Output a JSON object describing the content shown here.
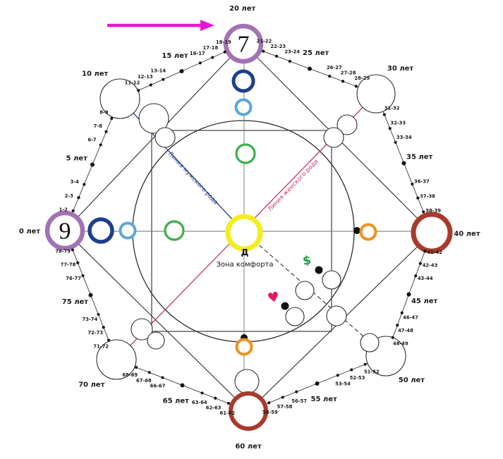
{
  "center": {
    "letter": "Д",
    "zone_label": "Зона комфорта"
  },
  "lineage": {
    "male_label": "Линия мужского рода",
    "female_label": "Линия женского рода"
  },
  "keypoints": {
    "top_number": "7",
    "left_number": "9"
  },
  "symbols": {
    "money": "$",
    "heart": "♥"
  },
  "age_labels": {
    "majors": [
      "0 лет",
      "5 лет",
      "10 лет",
      "15 лет",
      "20 лет",
      "25 лет",
      "30 лет",
      "35 лет",
      "40 лет",
      "45 лет",
      "50 лет",
      "55 лет",
      "60 лет",
      "65 лет",
      "70 лет",
      "75 лет"
    ],
    "ticks": [
      [
        "1-2",
        "2-3",
        "3-4"
      ],
      [
        "6-7",
        "7-8",
        "8-9"
      ],
      [
        "11-12",
        "12-13",
        "13-14"
      ],
      [
        "16-17",
        "17-18",
        "18-19"
      ],
      [
        "21-22",
        "22-23",
        "23-24"
      ],
      [
        "26-27",
        "27-28",
        "28-29"
      ],
      [
        "31-32",
        "32-33",
        "33-34"
      ],
      [
        "36-37",
        "37-38",
        "38-39"
      ],
      [
        "41-42",
        "42-43",
        "43-44"
      ],
      [
        "46-47",
        "47-48",
        "48-49"
      ],
      [
        "51-52",
        "52-53",
        "53-54"
      ],
      [
        "56-57",
        "57-58",
        "58-59"
      ],
      [
        "61-62",
        "62-63",
        "63-64"
      ],
      [
        "66-67",
        "67-68",
        "68-69"
      ],
      [
        "71-72",
        "72-73",
        "73-74"
      ],
      [
        "76-77",
        "77-78",
        "78-79"
      ]
    ]
  },
  "colors": {
    "purple": "#a372b5",
    "navy": "#1d3f8e",
    "sky": "#5aa7dc",
    "green": "#3fae4a",
    "yellow": "#f2ee1f",
    "orange": "#f0921e",
    "darkred": "#a93a2c",
    "crimson": "#c2356f",
    "maleblue": "#27408b",
    "magenta": "#e616d6",
    "heart": "#e8175d",
    "money": "#1e9e3e",
    "outline": "#2e2e2e"
  }
}
